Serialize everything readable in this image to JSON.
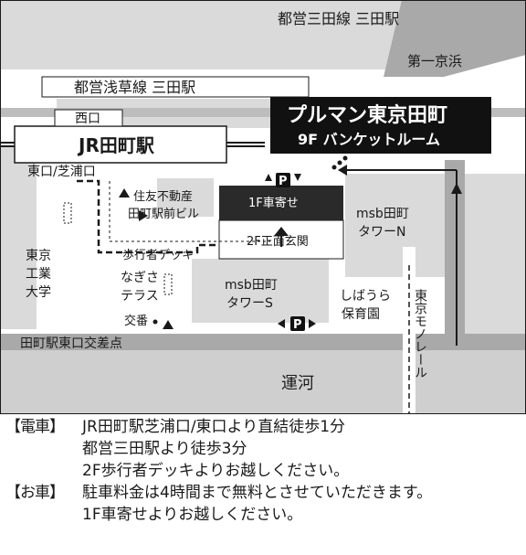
{
  "map": {
    "labels": {
      "toei_mita_line": "都営三田線 三田駅",
      "daiichi_keihin": "第一京浜",
      "toei_asakusa_line": "都営浅草線 三田駅",
      "hotel_name": "プルマン東京田町",
      "banquet_room": "9F バンケットルーム",
      "nishiguchi": "西口",
      "jr_station": "JR田町駅",
      "east_exit": "東口/芝浦口",
      "sumitomo_line1": "住友不動産",
      "sumitomo_line2": "田町駅前ビル",
      "carport": "1F車寄せ",
      "front_entrance": "2F正面玄関",
      "pedestrian_deck": "歩行者デッキ",
      "msb_n_line1": "msb田町",
      "msb_n_line2": "タワーN",
      "tokyo_univ_line1": "東京",
      "tokyo_univ_line2": "工業",
      "tokyo_univ_line3": "大学",
      "nagisa_line1": "なぎさ",
      "nagisa_line2": "テラス",
      "koban": "交番",
      "msb_s_line1": "msb田町",
      "msb_s_line2": "タワーS",
      "shibaura_line1": "しばうら",
      "shibaura_line2": "保育園",
      "monorail": "東京モノレール",
      "intersection": "田町駅東口交差点",
      "canal": "運河",
      "parking": "P"
    }
  },
  "legend": {
    "train_tag": "【電車】",
    "train_line1": "JR田町駅芝浦口/東口より直結徒歩1分",
    "train_line2": "都営三田駅より徒歩3分",
    "train_line3": "2F歩行者デッキよりお越しください。",
    "car_tag": "【お車】",
    "car_line1": "駐車料金は4時間まで無料とさせていただきます。",
    "car_line2": "1F車寄せよりお越しください。"
  }
}
